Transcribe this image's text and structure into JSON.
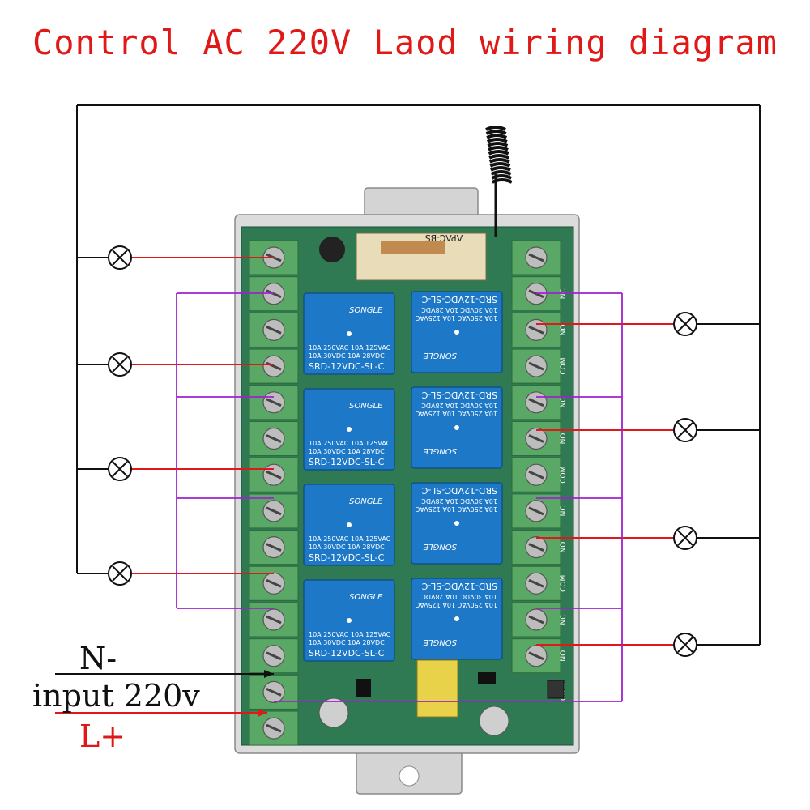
{
  "title": "Control AC 220V Laod wiring diagram",
  "labels": {
    "neutral": "N-",
    "input": "input 220v",
    "live": "L+"
  },
  "module": {
    "model": "APAC-BS",
    "relays": [
      {
        "brand": "SONGLE",
        "ratings_line1": "10A 250VAC  10A 125VAC",
        "ratings_line2": "10A 30VDC  10A 28VDC",
        "model": "SRD-12VDC-SL-C"
      },
      {
        "brand": "SONGLE",
        "ratings_line1": "10A 250VAC  10A 125VAC",
        "ratings_line2": "10A 30VDC  10A 28VDC",
        "model": "SRD-12VDC-SL-C"
      },
      {
        "brand": "SONGLE",
        "ratings_line1": "10A 250VAC  10A 125VAC",
        "ratings_line2": "10A 30VDC  10A 28VDC",
        "model": "SRD-12VDC-SL-C"
      },
      {
        "brand": "SONGLE",
        "ratings_line1": "10A 250VAC  10A 125VAC",
        "ratings_line2": "10A 30VDC  10A 28VDC",
        "model": "SRD-12VDC-SL-C"
      },
      {
        "brand": "SONGLE",
        "ratings_line1": "10A 250VAC  10A 125VAC",
        "ratings_line2": "10A 30VDC  10A 28VDC",
        "model": "SRD-12VDC-SL-C"
      },
      {
        "brand": "SONGLE",
        "ratings_line1": "10A 250VAC  10A 125VAC",
        "ratings_line2": "10A 30VDC  10A 28VDC",
        "model": "SRD-12VDC-SL-C"
      },
      {
        "brand": "SONGLE",
        "ratings_line1": "10A 250VAC  10A 125VAC",
        "ratings_line2": "10A 30VDC  10A 28VDC",
        "model": "SRD-12VDC-SL-C"
      },
      {
        "brand": "SONGLE",
        "ratings_line1": "10A 250VAC  10A 125VAC",
        "ratings_line2": "10A 30VDC  10A 28VDC",
        "model": "SRD-12VDC-SL-C"
      }
    ],
    "right_terminal_tags": [
      "NC",
      "NO",
      "COM",
      "NC",
      "NO",
      "COM",
      "NC",
      "NO",
      "COM",
      "NC",
      "NO",
      "COM"
    ]
  },
  "colors": {
    "title": "#e01818",
    "label_live": "#e01818",
    "wire_black": "#111111",
    "wire_red": "#e01818",
    "wire_magenta": "#a020d0",
    "pcb": "#2f7a52",
    "relay": "#1e78c8",
    "terminal": "#5aa865",
    "case": "#d8d8d8"
  },
  "icons": {
    "lamp": "lamp-x-circle-icon",
    "screw": "screw-terminal-icon",
    "antenna": "coiled-antenna-icon",
    "relay": "relay-block-icon"
  }
}
